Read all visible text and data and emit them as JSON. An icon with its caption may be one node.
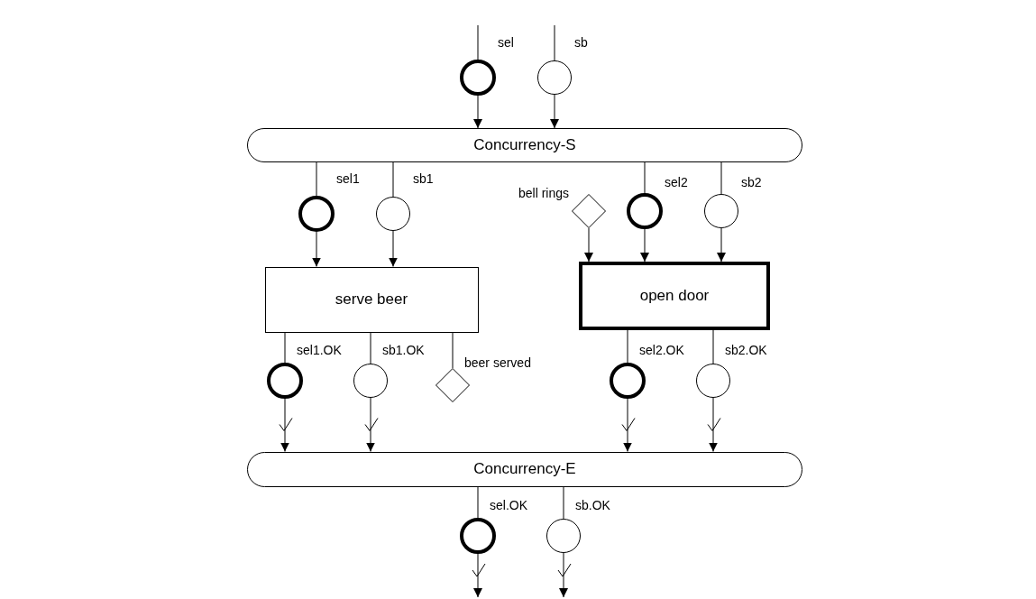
{
  "diagram": {
    "nodes": [
      {
        "text": [],
        "shape": "circle",
        "beside": [
          "sel"
        ]
      },
      {
        "text": [],
        "shape": "circle",
        "beside": [
          "sb"
        ]
      },
      {
        "text": [
          "Concurrency-S"
        ]
      },
      {
        "text": [],
        "shape": "circle",
        "beside": [
          "sel1"
        ]
      },
      {
        "text": [],
        "shape": "circle",
        "beside": [
          "sb1"
        ]
      },
      {
        "text": [],
        "shape": "diamond",
        "beside": [
          "bell rings"
        ]
      },
      {
        "text": [],
        "shape": "circle",
        "beside": [
          "sel2"
        ]
      },
      {
        "text": [],
        "shape": "circle",
        "beside": [
          "sb2"
        ]
      },
      {
        "text": [
          "serve beer"
        ]
      },
      {
        "text": [
          "open door"
        ]
      },
      {
        "text": [],
        "shape": "circle",
        "beside": [
          "sel1.OK"
        ]
      },
      {
        "text": [],
        "shape": "circle",
        "beside": [
          "sb1.OK"
        ]
      },
      {
        "text": [],
        "shape": "diamond",
        "beside": [
          "beer served"
        ]
      },
      {
        "text": [],
        "shape": "circle",
        "beside": [
          "sel2.OK"
        ]
      },
      {
        "text": [],
        "shape": "circle",
        "beside": [
          "sb2.OK"
        ]
      },
      {
        "text": [
          "Concurrency-E"
        ]
      },
      {
        "text": [],
        "shape": "circle",
        "beside": [
          "sel.OK"
        ]
      },
      {
        "text": [],
        "shape": "circle",
        "beside": [
          "sb.OK"
        ]
      }
    ],
    "edges": [
      {
        "from": null,
        "to": 0,
        "arrow": "none"
      },
      {
        "from": 0,
        "to": 2,
        "arrow": "to"
      },
      {
        "from": null,
        "to": 1,
        "arrow": "none"
      },
      {
        "from": 1,
        "to": 2,
        "arrow": "to"
      },
      {
        "from": 2,
        "to": 3,
        "arrow": "none"
      },
      {
        "from": 3,
        "to": 8,
        "arrow": "to"
      },
      {
        "from": 2,
        "to": 4,
        "arrow": "none"
      },
      {
        "from": 4,
        "to": 8,
        "arrow": "to"
      },
      {
        "from": 5,
        "to": 9,
        "arrow": "to"
      },
      {
        "from": 2,
        "to": 6,
        "arrow": "none"
      },
      {
        "from": 6,
        "to": 9,
        "arrow": "to"
      },
      {
        "from": 2,
        "to": 7,
        "arrow": "none"
      },
      {
        "from": 7,
        "to": 9,
        "arrow": "to"
      },
      {
        "from": 8,
        "to": 10,
        "arrow": "none"
      },
      {
        "from": 10,
        "to": 15,
        "arrow": "to"
      },
      {
        "from": 8,
        "to": 11,
        "arrow": "none"
      },
      {
        "from": 11,
        "to": 15,
        "arrow": "to"
      },
      {
        "from": 8,
        "to": 12,
        "arrow": "none"
      },
      {
        "from": 9,
        "to": 13,
        "arrow": "none"
      },
      {
        "from": 13,
        "to": 15,
        "arrow": "to"
      },
      {
        "from": 9,
        "to": 14,
        "arrow": "none"
      },
      {
        "from": 14,
        "to": 15,
        "arrow": "to"
      },
      {
        "from": 15,
        "to": 16,
        "arrow": "none"
      },
      {
        "from": 16,
        "to": null,
        "arrow": "to"
      },
      {
        "from": 15,
        "to": 17,
        "arrow": "none"
      },
      {
        "from": 17,
        "to": null,
        "arrow": "to"
      }
    ]
  }
}
